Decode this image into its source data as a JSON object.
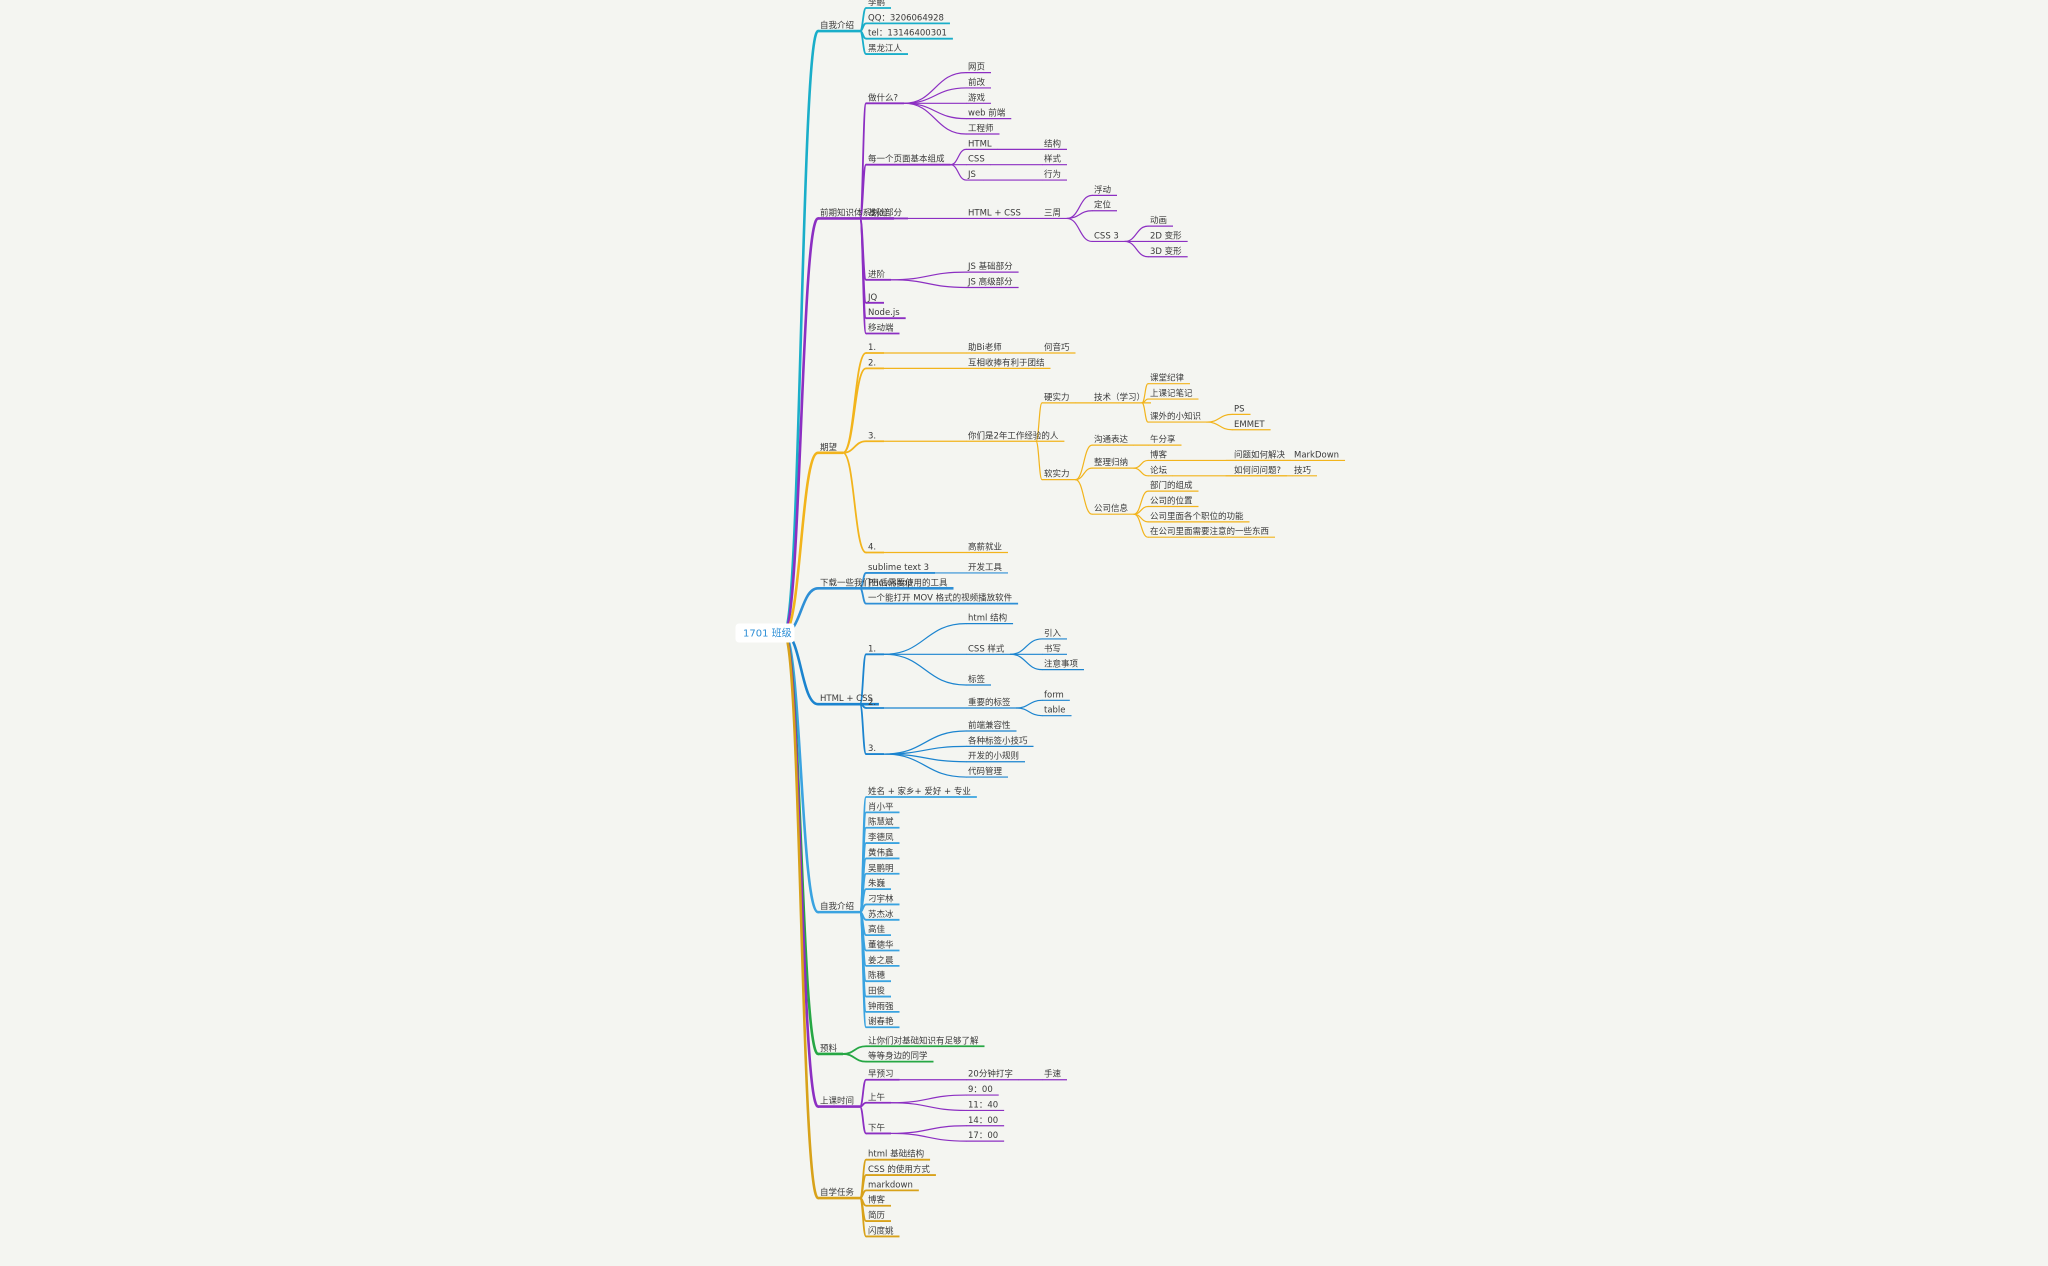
{
  "root": {
    "label": "1701 班级"
  },
  "branches": [
    {
      "label": "自我介绍",
      "color": "#1aaec9",
      "children": [
        {
          "label": "李鹏"
        },
        {
          "label": "QQ：3206064928"
        },
        {
          "label": "tel：13146400301"
        },
        {
          "label": "黑龙江人"
        }
      ]
    },
    {
      "label": "前期知识体系划分",
      "color": "#8c2fc2",
      "children": [
        {
          "label": "做什么?",
          "children": [
            {
              "label": "网页"
            },
            {
              "label": "前改"
            },
            {
              "label": "游戏"
            },
            {
              "label": "web 前端"
            },
            {
              "label": "工程师"
            }
          ]
        },
        {
          "label": "每一个页面基本组成",
          "children": [
            {
              "label": "HTML",
              "children": [
                {
                  "label": "结构"
                }
              ]
            },
            {
              "label": "CSS",
              "children": [
                {
                  "label": "样式"
                }
              ]
            },
            {
              "label": "JS",
              "children": [
                {
                  "label": "行为"
                }
              ]
            }
          ]
        },
        {
          "label": "基础部分",
          "children": [
            {
              "label": "HTML + CSS",
              "children": [
                {
                  "label": "三周",
                  "children": [
                    {
                      "label": "浮动"
                    },
                    {
                      "label": "定位"
                    },
                    {
                      "label": "CSS 3",
                      "children": [
                        {
                          "label": "动画"
                        },
                        {
                          "label": "2D 变形"
                        },
                        {
                          "label": "3D 变形"
                        }
                      ]
                    }
                  ]
                }
              ]
            }
          ]
        },
        {
          "label": "进阶",
          "children": [
            {
              "label": "JS 基础部分"
            },
            {
              "label": "JS 高级部分"
            }
          ]
        },
        {
          "label": "JQ"
        },
        {
          "label": "Node.js"
        },
        {
          "label": "移动端"
        }
      ]
    },
    {
      "label": "期望",
      "color": "#f2b41c",
      "children": [
        {
          "label": "1.",
          "children": [
            {
              "label": "助Bi老师",
              "children": [
                {
                  "label": "何音巧"
                }
              ]
            }
          ]
        },
        {
          "label": "2.",
          "children": [
            {
              "label": "互相收捧有利于团结"
            }
          ]
        },
        {
          "label": "3.",
          "children": [
            {
              "label": "你们是2年工作经验的人",
              "children": [
                {
                  "label": "硬实力",
                  "children": [
                    {
                      "label": "技术（学习）",
                      "children": [
                        {
                          "label": "课堂纪律"
                        },
                        {
                          "label": "上课记笔记"
                        },
                        {
                          "label": "课外的小知识",
                          "children": [
                            {
                              "label": "PS"
                            },
                            {
                              "label": "EMMET"
                            }
                          ]
                        }
                      ]
                    }
                  ]
                },
                {
                  "label": "软实力",
                  "children": [
                    {
                      "label": "沟通表达",
                      "children": [
                        {
                          "label": "午分享"
                        }
                      ]
                    },
                    {
                      "label": "整理归纳",
                      "children": [
                        {
                          "label": "博客",
                          "children": [
                            {
                              "label": "问题如何解决",
                              "children": [
                                {
                                  "label": "MarkDown"
                                }
                              ]
                            }
                          ]
                        },
                        {
                          "label": "论坛",
                          "children": [
                            {
                              "label": "如何问问题?",
                              "children": [
                                {
                                  "label": "技巧"
                                }
                              ]
                            }
                          ]
                        }
                      ]
                    },
                    {
                      "label": "公司信息",
                      "children": [
                        {
                          "label": "部门的组成"
                        },
                        {
                          "label": "公司的位置"
                        },
                        {
                          "label": "公司里面各个职位的功能"
                        },
                        {
                          "label": "在公司里面需要注意的一些东西"
                        }
                      ]
                    }
                  ]
                }
              ]
            }
          ]
        },
        {
          "label": "4.",
          "children": [
            {
              "label": "高薪就业"
            }
          ]
        }
      ]
    },
    {
      "label": "下载一些我们日后需要使用的工具",
      "color": "#2e8fd6",
      "children": [
        {
          "label": "sublime text 3",
          "children": [
            {
              "label": "开发工具"
            }
          ]
        },
        {
          "label": "Photoshop"
        },
        {
          "label": "一个能打开 MOV 格式的视频播放软件"
        }
      ]
    },
    {
      "label": "HTML + CSS",
      "color": "#1b84cf",
      "children": [
        {
          "label": "1.",
          "children": [
            {
              "label": "html 结构"
            },
            {
              "label": "CSS 样式",
              "children": [
                {
                  "label": "引入"
                },
                {
                  "label": "书写"
                },
                {
                  "label": "注意事项"
                }
              ]
            },
            {
              "label": "标签"
            }
          ]
        },
        {
          "label": "2.",
          "children": [
            {
              "label": "重要的标签",
              "children": [
                {
                  "label": "form"
                },
                {
                  "label": "table"
                }
              ]
            }
          ]
        },
        {
          "label": "3.",
          "children": [
            {
              "label": "前端兼容性"
            },
            {
              "label": "各种标签小技巧"
            },
            {
              "label": "开发的小规则"
            },
            {
              "label": "代码管理"
            }
          ]
        }
      ]
    },
    {
      "label": "自我介绍",
      "color": "#3aa3e0",
      "children": [
        {
          "label": "姓名 + 家乡+ 爱好 + 专业"
        },
        {
          "label": "肖小平"
        },
        {
          "label": "陈慧斌"
        },
        {
          "label": "李德凤"
        },
        {
          "label": "黄伟鑫"
        },
        {
          "label": "吴鹏明"
        },
        {
          "label": "朱巍"
        },
        {
          "label": "刁宇林"
        },
        {
          "label": "苏杰冰"
        },
        {
          "label": "高佳"
        },
        {
          "label": "董德华"
        },
        {
          "label": "姜之晨"
        },
        {
          "label": "陈穗"
        },
        {
          "label": "田俊"
        },
        {
          "label": "钟雨强"
        },
        {
          "label": "谢春艳"
        }
      ]
    },
    {
      "label": "预料",
      "color": "#26a744",
      "children": [
        {
          "label": "让你们对基础知识有足够了解"
        },
        {
          "label": "等等身边的同学"
        }
      ]
    },
    {
      "label": "上课时间",
      "color": "#8c2fc2",
      "children": [
        {
          "label": "早预习",
          "children": [
            {
              "label": "20分钟打字",
              "children": [
                {
                  "label": "手速"
                }
              ]
            }
          ]
        },
        {
          "label": "上午",
          "children": [
            {
              "label": "9：00"
            },
            {
              "label": "11：40"
            }
          ]
        },
        {
          "label": "下午",
          "children": [
            {
              "label": "14：00"
            },
            {
              "label": "17：00"
            }
          ]
        }
      ]
    },
    {
      "label": "自学任务",
      "color": "#d8a21a",
      "children": [
        {
          "label": "html 基础结构"
        },
        {
          "label": "CSS 的使用方式"
        },
        {
          "label": "markdown"
        },
        {
          "label": "博客"
        },
        {
          "label": "简历"
        },
        {
          "label": "闪度姚"
        }
      ]
    }
  ]
}
